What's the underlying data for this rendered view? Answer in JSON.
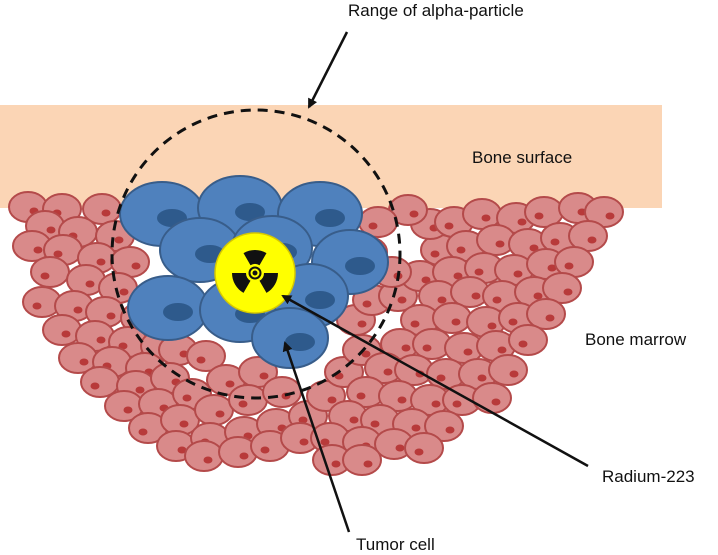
{
  "labels": {
    "range": "Range of alpha-particle",
    "bone_surface": "Bone surface",
    "bone_marrow": "Bone marrow",
    "radium": "Radium-223",
    "tumor": "Tumor cell"
  },
  "icons": {
    "radiation": "radiation-trefoil-icon"
  },
  "colors": {
    "bone": "#fbd5b5",
    "marrow_fill": "#d98a8a",
    "marrow_stroke": "#b44a4a",
    "marrow_nucleus": "#b83a3a",
    "tumor_fill": "#4f81bd",
    "tumor_stroke": "#385d8a",
    "tumor_nucleus": "#2e5a8c",
    "radium": "#ffff00",
    "line": "#111111"
  }
}
